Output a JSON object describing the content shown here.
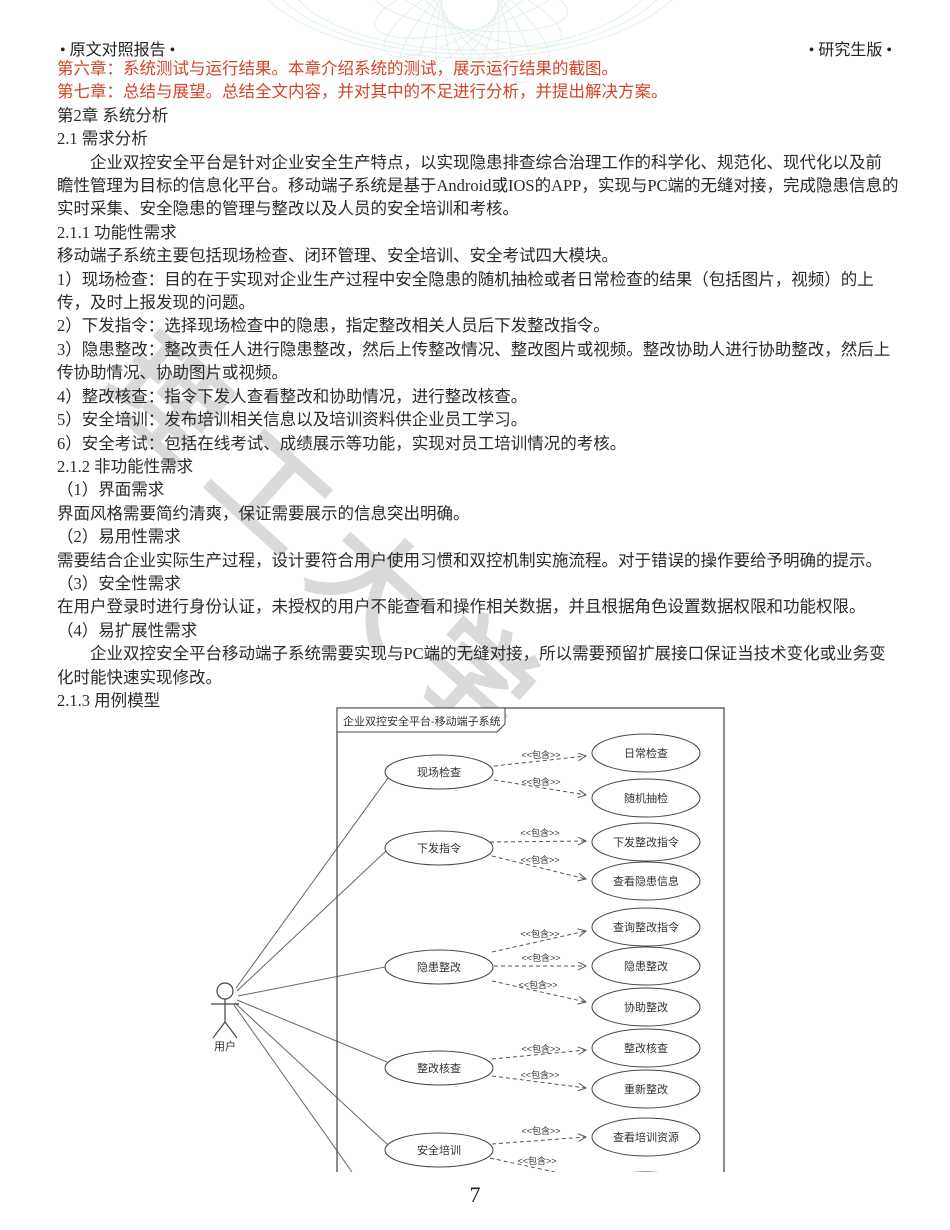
{
  "document": {
    "header_left": "• 原文对照报告 •",
    "header_right": "• 研究生版 •",
    "page_number": "7",
    "watermark": "理工大学"
  },
  "red_lines": [
    "第六章：系统测试与运行结果。本章介绍系统的测试，展示运行结果的截图。",
    "第七章：总结与展望。总结全文内容，并对其中的不足进行分析，并提出解决方案。"
  ],
  "body_lines": [
    "第2章 系统分析",
    "2.1 需求分析",
    "　　企业双控安全平台是针对企业安全生产特点，以实现隐患排查综合治理工作的科学化、规范化、现代化以及前",
    "瞻性管理为目标的信息化平台。移动端子系统是基于Android或IOS的APP，实现与PC端的无缝对接，完成隐患信息的",
    "实时采集、安全隐患的管理与整改以及人员的安全培训和考核。",
    "2.1.1 功能性需求",
    "移动端子系统主要包括现场检查、闭环管理、安全培训、安全考试四大模块。",
    "1）现场检查：目的在于实现对企业生产过程中安全隐患的随机抽检或者日常检查的结果（包括图片，视频）的上",
    "传，及时上报发现的问题。",
    "2）下发指令：选择现场检查中的隐患，指定整改相关人员后下发整改指令。",
    "3）隐患整改：整改责任人进行隐患整改，然后上传整改情况、整改图片或视频。整改协助人进行协助整改，然后上",
    "传协助情况、协助图片或视频。",
    "4）整改核查：指令下发人查看整改和协助情况，进行整改核查。",
    "5）安全培训：发布培训相关信息以及培训资料供企业员工学习。",
    "6）安全考试：包括在线考试、成绩展示等功能，实现对员工培训情况的考核。",
    "2.1.2 非功能性需求",
    "（1）界面需求",
    "界面风格需要简约清爽，保证需要展示的信息突出明确。",
    "（2）易用性需求",
    "需要结合企业实际生产过程，设计要符合用户使用习惯和双控机制实施流程。对于错误的操作要给予明确的提示。",
    "（3）安全性需求",
    "在用户登录时进行身份认证，未授权的用户不能查看和操作相关数据，并且根据角色设置数据权限和功能权限。",
    "（4）易扩展性需求",
    "　　企业双控安全平台移动端子系统需要实现与PC端的无缝对接，所以需要预留扩展接口保证当技术变化或业务变",
    "化时能快速实现修改。",
    "2.1.3 用例模型"
  ],
  "diagram": {
    "frame_title": "企业双控安全平台-移动端子系统",
    "actor_label": "用户",
    "include_label": "<<包含>>",
    "left_usecases": [
      "现场检查",
      "下发指令",
      "隐患整改",
      "整改核查",
      "安全培训"
    ],
    "right_usecases": [
      "日常检查",
      "随机抽检",
      "下发整改指令",
      "查看隐患信息",
      "查询整改指令",
      "隐患整改",
      "协助整改",
      "整改核查",
      "重新整改",
      "查看培训资源"
    ]
  },
  "colors": {
    "red_text": "#d4432a",
    "body_text": "#2b2b2b",
    "diagram_stroke": "#555555",
    "ornament": "#c9e6e2"
  }
}
